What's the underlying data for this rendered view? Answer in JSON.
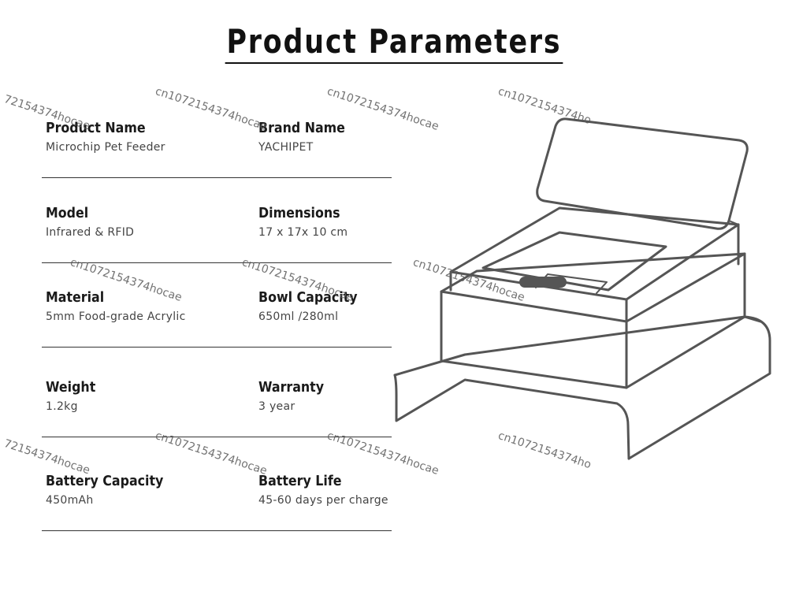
{
  "title": "Product Parameters",
  "params": [
    {
      "left": {
        "label": "Product Name",
        "value": "Microchip Pet Feeder"
      },
      "right": {
        "label": "Brand Name",
        "value": "YACHIPET"
      }
    },
    {
      "left": {
        "label": "Model",
        "value": "Infrared & RFID"
      },
      "right": {
        "label": "Dimensions",
        "value": "17 x 17x 10 cm"
      }
    },
    {
      "left": {
        "label": "Material",
        "value": "5mm Food-grade Acrylic"
      },
      "right": {
        "label": "Bowl Capacity",
        "value": "650ml /280ml"
      }
    },
    {
      "left": {
        "label": "Weight",
        "value": "1.2kg"
      },
      "right": {
        "label": "Warranty",
        "value": "3 year"
      }
    },
    {
      "left": {
        "label": "Battery Capacity",
        "value": "450mAh"
      },
      "right": {
        "label": "Battery Life",
        "value": "45-60 days per charge"
      }
    }
  ],
  "watermark": "cn1072154374hocae",
  "watermark_clipped_left": "72154374hocae",
  "watermark_clipped_right": "cn1072154374ho",
  "colors": {
    "text": "#111111",
    "line": "#333333",
    "illustration": "#555555"
  }
}
